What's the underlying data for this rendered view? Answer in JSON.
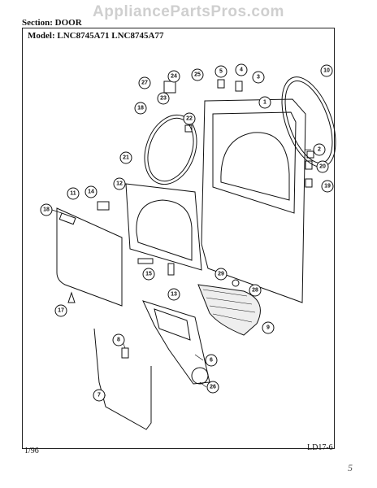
{
  "watermark": "AppliancePartsPros.com",
  "section_label": "Section:  DOOR",
  "model_label": "Model:  LNC8745A71  LNC8745A77",
  "footer_date": "1/96",
  "footer_code": "LD17-6",
  "margin_mark": "5",
  "callouts": [
    {
      "id": "part-1",
      "label": "1"
    },
    {
      "id": "part-2",
      "label": "2"
    },
    {
      "id": "part-3",
      "label": "3"
    },
    {
      "id": "part-4",
      "label": "4"
    },
    {
      "id": "part-5",
      "label": "5"
    },
    {
      "id": "part-6",
      "label": "6"
    },
    {
      "id": "part-7",
      "label": "7"
    },
    {
      "id": "part-8",
      "label": "8"
    },
    {
      "id": "part-9",
      "label": "9"
    },
    {
      "id": "part-10",
      "label": "10"
    },
    {
      "id": "part-11",
      "label": "11"
    },
    {
      "id": "part-12",
      "label": "12"
    },
    {
      "id": "part-13",
      "label": "13"
    },
    {
      "id": "part-14",
      "label": "14"
    },
    {
      "id": "part-15",
      "label": "15"
    },
    {
      "id": "part-17",
      "label": "17"
    },
    {
      "id": "part-18a",
      "label": "18"
    },
    {
      "id": "part-18b",
      "label": "18"
    },
    {
      "id": "part-19",
      "label": "19"
    },
    {
      "id": "part-20",
      "label": "20"
    },
    {
      "id": "part-21",
      "label": "21"
    },
    {
      "id": "part-22",
      "label": "22"
    },
    {
      "id": "part-23",
      "label": "23"
    },
    {
      "id": "part-24",
      "label": "24"
    },
    {
      "id": "part-25",
      "label": "25"
    },
    {
      "id": "part-26",
      "label": "26"
    },
    {
      "id": "part-27",
      "label": "27"
    },
    {
      "id": "part-28",
      "label": "28"
    },
    {
      "id": "part-29",
      "label": "29"
    }
  ]
}
